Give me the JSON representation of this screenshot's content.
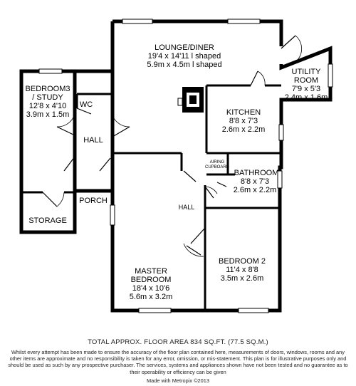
{
  "floorplan": {
    "rooms": [
      {
        "name": "LOUNGE/DINER",
        "lines": [
          "19'4 x 14'11 l shaped",
          "5.9m x 4.5m l shaped"
        ]
      },
      {
        "name": "UTILITY ROOM",
        "lines": [
          "7'9 x 5'3",
          "2.4m x 1.6m"
        ]
      },
      {
        "name": "BEDROOM3 / STUDY",
        "lines": [
          "12'8 x 4'10",
          "3.9m x 1.5m"
        ]
      },
      {
        "name": "WC",
        "lines": []
      },
      {
        "name": "HALL",
        "lines": []
      },
      {
        "name": "KITCHEN",
        "lines": [
          "8'8 x 7'3",
          "2.6m x 2.2m"
        ]
      },
      {
        "name": "AIRING CUPBOARD",
        "lines": []
      },
      {
        "name": "BATHROOM",
        "lines": [
          "8'8 x 7'3",
          "2.6m x 2.2m"
        ]
      },
      {
        "name": "PORCH",
        "lines": []
      },
      {
        "name": "STORAGE",
        "lines": []
      },
      {
        "name": "HALL",
        "lines": []
      },
      {
        "name": "MASTER BEDROOM",
        "lines": [
          "18'4 x 10'6",
          "5.6m x 3.2m"
        ]
      },
      {
        "name": "BEDROOM 2",
        "lines": [
          "11'4 x 8'8",
          "3.5m x 2.6m"
        ]
      }
    ],
    "labels": {
      "lounge_title": "LOUNGE/DINER",
      "lounge_dim1": "19'4 x 14'11 l shaped",
      "lounge_dim2": "5.9m x 4.5m l shaped",
      "utility_title1": "UTILITY",
      "utility_title2": "ROOM",
      "utility_dim1": "7'9 x 5'3",
      "utility_dim2": "2.4m x 1.6m",
      "bedroom3_title1": "BEDROOM3",
      "bedroom3_title2": "/ STUDY",
      "bedroom3_dim1": "12'8 x 4'10",
      "bedroom3_dim2": "3.9m x 1.5m",
      "wc": "WC",
      "hall_upper": "HALL",
      "kitchen_title": "KITCHEN",
      "kitchen_dim1": "8'8 x 7'3",
      "kitchen_dim2": "2.6m x 2.2m",
      "airing1": "AIRING",
      "airing2": "CUPBOARD",
      "bathroom_title": "BATHROOM",
      "bathroom_dim1": "8'8 x 7'3",
      "bathroom_dim2": "2.6m x 2.2m",
      "porch": "PORCH",
      "storage": "STORAGE",
      "hall_lower": "HALL",
      "master_title1": "MASTER",
      "master_title2": "BEDROOM",
      "master_dim1": "18'4 x 10'6",
      "master_dim2": "5.6m x 3.2m",
      "bedroom2_title": "BEDROOM 2",
      "bedroom2_dim1": "11'4 x 8'8",
      "bedroom2_dim2": "3.5m x 2.6m"
    }
  },
  "footer": {
    "total_area": "TOTAL APPROX. FLOOR AREA 834 SQ.FT. (77.5 SQ.M.)",
    "disclaimer": "Whilst every attempt has been made to ensure the accuracy of the floor plan contained here, measurements of doors, windows, rooms and any other items are approximate and no responsibility is taken for any error, omission, or mis-statement. This plan is for illustrative purposes only and should be used as such by any prospective purchaser. The services, systems and appliances shown have not been tested and no guarantee as to their operability or efficiency can be given",
    "credit": "Made with Metropix ©2013"
  }
}
